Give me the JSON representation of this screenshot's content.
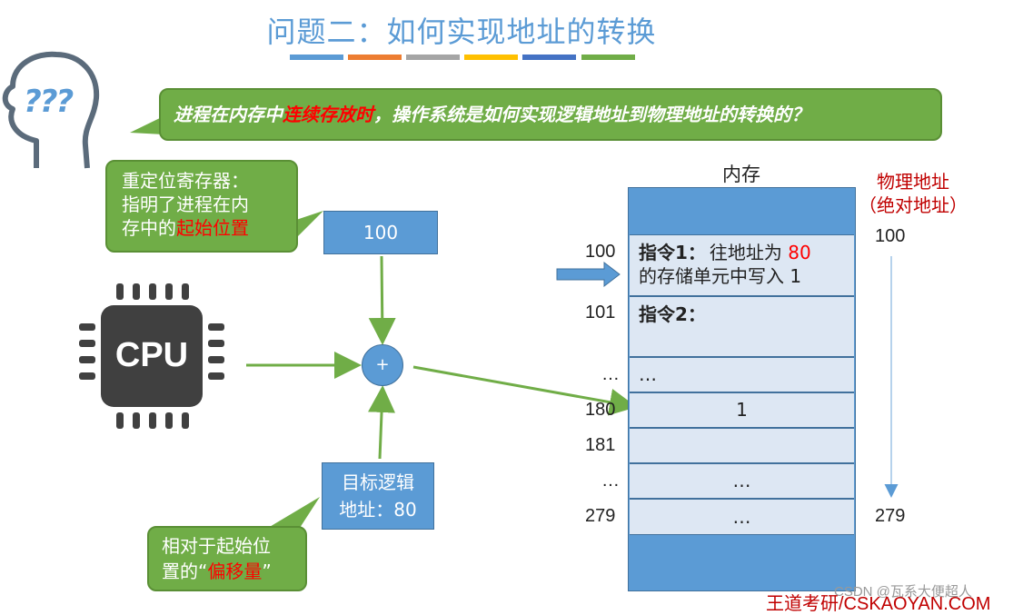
{
  "title": "问题二：如何实现地址的转换",
  "title_bar_colors": [
    "#5b9bd5",
    "#ed7d31",
    "#a5a5a5",
    "#ffc000",
    "#4472c4",
    "#70ad47"
  ],
  "question": {
    "part1": "进程在内存中",
    "highlight": "连续存放时",
    "part2": "，操作系统是如何实现逻辑地址到物理地址的转换的？"
  },
  "question_icon": "???",
  "relocation_note": {
    "line1": "重定位寄存器：",
    "line2": "指明了进程在内",
    "line3_prefix": "存中的",
    "line3_highlight": "起始位置"
  },
  "relocation_register_value": "100",
  "adder_symbol": "+",
  "cpu_label": "CPU",
  "logical_address": {
    "line1": "目标逻辑",
    "line2": "地址：80"
  },
  "offset_note": {
    "line1": "相对于起始位",
    "line2_prefix": "置的“",
    "line2_highlight": "偏移量",
    "line2_suffix": "”"
  },
  "memory_label": "内存",
  "physical_label": {
    "line1": "物理地址",
    "line2": "（绝对地址）"
  },
  "memory": {
    "addr_100": "100",
    "addr_101": "101",
    "addr_dots1": "…",
    "addr_180": "180",
    "addr_181": "181",
    "addr_dots2": "…",
    "addr_279": "279",
    "inst1_label": "指令1",
    "inst1_colon": "：",
    "inst1_text": "往地址为",
    "inst1_value": "80",
    "inst1_line2": "的存储单元中写入 1",
    "inst2_label": "指令2：",
    "dots": "…",
    "cell_180_value": "1",
    "cell_dots_center": "…",
    "cell_279_value": "…",
    "phys_start": "100",
    "phys_end": "279"
  },
  "colors": {
    "accent_blue": "#5b9bd5",
    "green": "#70ad47",
    "highlight_red": "#ff0000"
  },
  "footer": "王道考研/CSKAOYAN.COM",
  "watermark": "CSDN @瓦系大便超人"
}
